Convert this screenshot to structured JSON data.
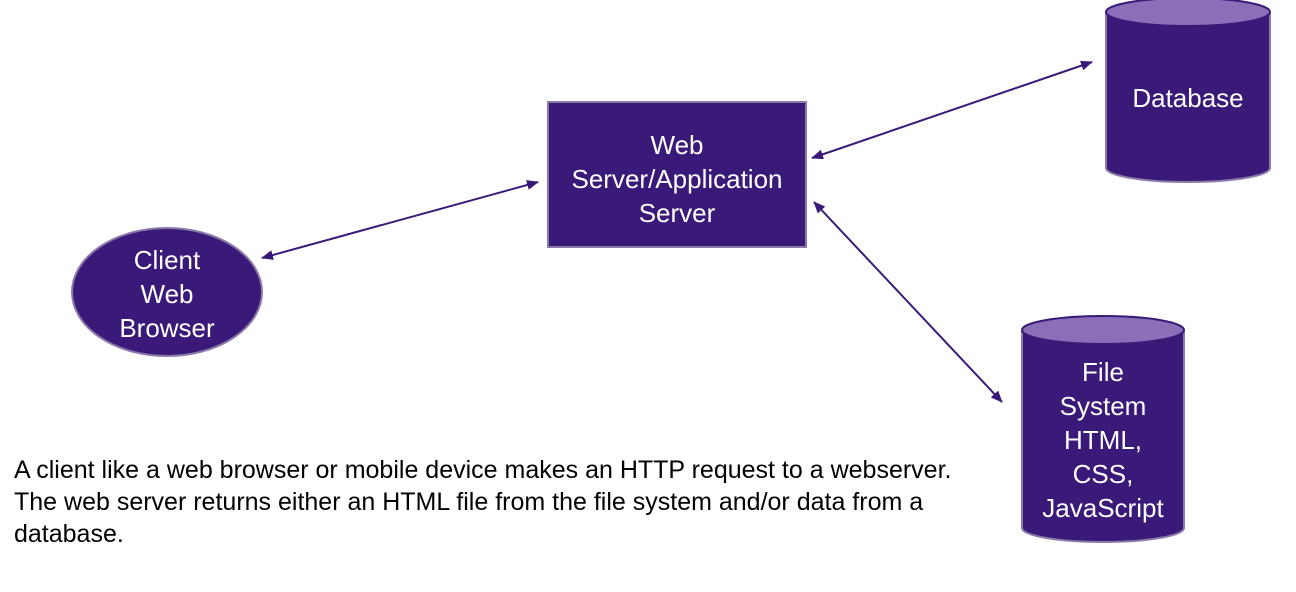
{
  "colors": {
    "node_fill": "#3a1a78",
    "node_stroke": "#8a7aa8",
    "cylinder_top": "#8a6fb8",
    "arrow": "#3a1a78",
    "text_on_node": "#ffffff",
    "caption_text": "#000000"
  },
  "nodes": {
    "client": {
      "shape": "ellipse",
      "lines": [
        "Client",
        "Web",
        "Browser"
      ]
    },
    "server": {
      "shape": "rectangle",
      "lines": [
        "Web",
        "Server/Application",
        "Server"
      ]
    },
    "database": {
      "shape": "cylinder",
      "lines": [
        "Database"
      ]
    },
    "filesystem": {
      "shape": "cylinder",
      "lines": [
        "File",
        "System",
        "HTML,",
        "CSS,",
        "JavaScript"
      ]
    }
  },
  "edges": [
    {
      "from": "client",
      "to": "server",
      "direction": "both"
    },
    {
      "from": "server",
      "to": "database",
      "direction": "both"
    },
    {
      "from": "server",
      "to": "filesystem",
      "direction": "both"
    }
  ],
  "caption": {
    "line1": "A client like a web browser or mobile device makes an HTTP request to a webserver.",
    "line2": "The web server returns either an HTML file from the file system and/or data from a database."
  }
}
